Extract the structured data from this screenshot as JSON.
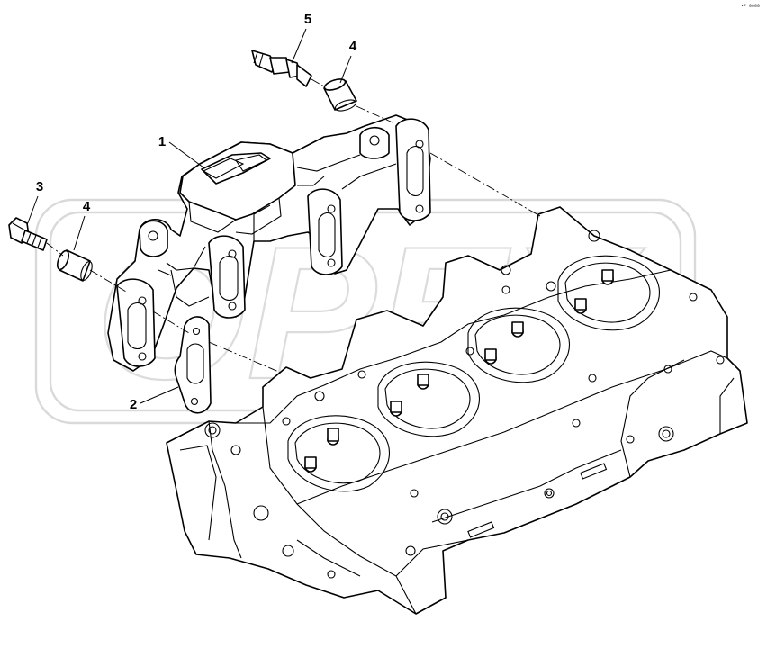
{
  "drawing_code": "•P 0000",
  "watermark": "OPEX",
  "callouts": [
    {
      "id": "1",
      "part": "exhaust-manifold"
    },
    {
      "id": "2",
      "part": "manifold-gasket"
    },
    {
      "id": "3",
      "part": "bolt"
    },
    {
      "id": "4",
      "part": "spacer-sleeve"
    },
    {
      "id": "5",
      "part": "stud-bolt"
    }
  ]
}
